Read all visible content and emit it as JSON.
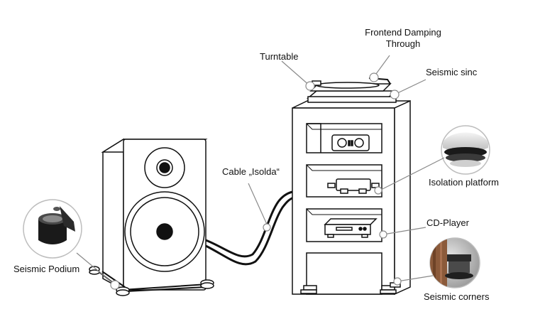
{
  "labels": {
    "frontend_damping": [
      "Frontend Damping",
      "Through"
    ],
    "turntable": "Turntable",
    "seismic_sinc": "Seismic sinc",
    "cable": "Cable „Isolda“",
    "isolation_platform": "Isolation platform",
    "cd_player": "CD-Player",
    "seismic_podium": "Seismic Podium",
    "seismic_corners": "Seismic corners"
  },
  "colors": {
    "line": "#111111",
    "leader": "#8a8a8a",
    "wood": "#8b5a3a",
    "detail_grey": "#d9d9d9"
  }
}
